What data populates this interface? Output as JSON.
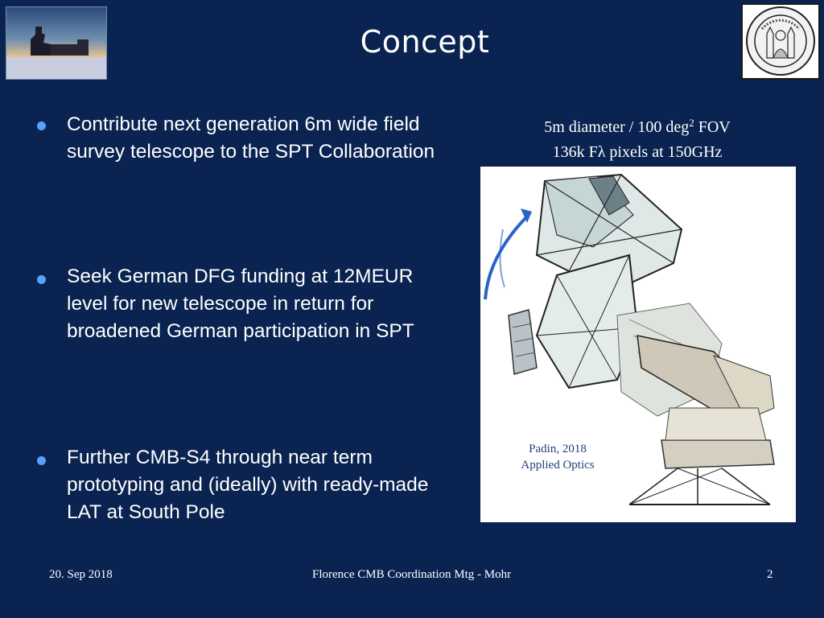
{
  "slide": {
    "title": "Concept"
  },
  "bullets": [
    "Contribute next generation 6m wide field survey telescope to the SPT Collaboration",
    "Seek German DFG funding at 12MEUR level for new telescope in return for broadened German participation in SPT",
    "Further CMB-S4 through near term prototyping and (ideally) with ready-made LAT at South Pole"
  ],
  "caption": {
    "line1_prefix": "5m diameter / 100 deg",
    "line1_sup": "2",
    "line1_suffix": " FOV",
    "line2": "136k Fλ pixels at 150GHz"
  },
  "figure": {
    "credit_line1": "Padin, 2018",
    "credit_line2": "Applied Optics"
  },
  "footer": {
    "date": "20. Sep 2018",
    "center": "Florence CMB Coordination Mtg - Mohr",
    "page": "2"
  },
  "icons": {
    "top_left": "telescope-photo",
    "top_right": "university-seal-logo",
    "bullet": "bullet-dot"
  },
  "colors": {
    "background": "#0a2351",
    "bullet": "#5aa0ff",
    "text": "#ffffff"
  }
}
